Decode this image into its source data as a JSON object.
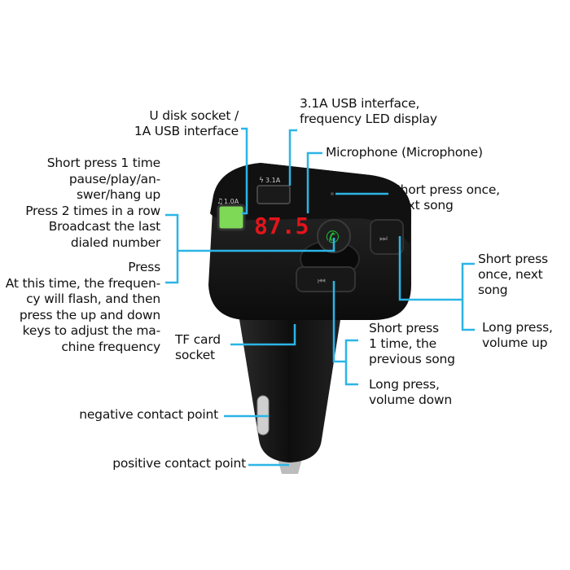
{
  "colors": {
    "leader_line": "#2bb5e6",
    "body": "#151515",
    "display": "#e3141b",
    "port_green": "#7ed957",
    "phone_icon": "#22c23a"
  },
  "device": {
    "display_value": "87.5",
    "port_left_label": "1.0A",
    "port_right_label": "3.1A",
    "icons": [
      "phone-icon",
      "next-track-icon",
      "previous-track-icon",
      "music-note-icon",
      "lightning-icon"
    ]
  },
  "labels": {
    "u_disk": [
      "U disk socket /",
      "1A USB interface"
    ],
    "usb31": [
      "3.1A USB interface,",
      "frequency LED display"
    ],
    "microphone": [
      "Microphone (Microphone)"
    ],
    "mic_next": [
      "Short press once,",
      "next song"
    ],
    "multi_button_a": [
      "Short press 1 time",
      "pause/play/an-",
      "swer/hang up",
      "Press 2 times in a row",
      "Broadcast the last",
      "dialed number"
    ],
    "multi_button_b": [
      "Press",
      "At this time, the frequen-",
      "cy will flash, and then",
      "press the up and down",
      "keys to adjust the ma-",
      "chine frequency"
    ],
    "tf_card": [
      "TF card",
      "socket"
    ],
    "next_short": [
      "Short press",
      "once, next",
      "song"
    ],
    "next_long": [
      "Long press,",
      "volume up"
    ],
    "prev_short": [
      "Short press",
      "1 time, the",
      "previous song"
    ],
    "prev_long": [
      "Long press,",
      "volume down"
    ],
    "negative": [
      "negative contact point"
    ],
    "positive": [
      "positive contact point"
    ]
  }
}
